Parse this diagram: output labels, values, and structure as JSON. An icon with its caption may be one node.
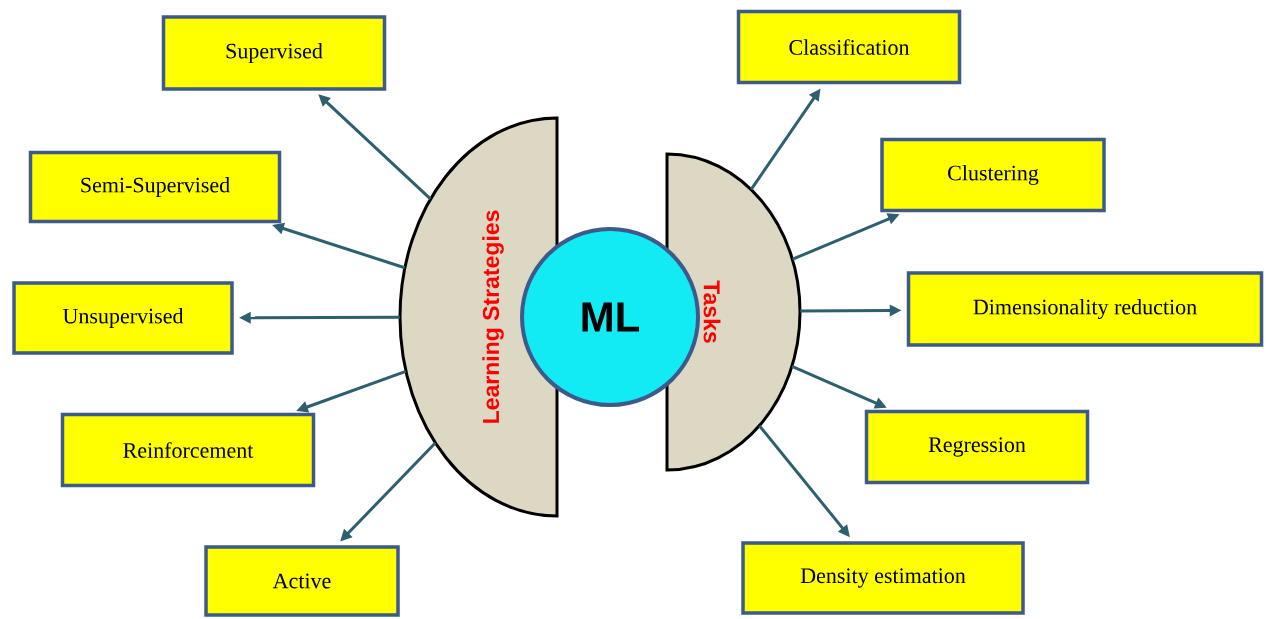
{
  "diagram": {
    "nodes": [
      {
        "text": [
          "Learning Strategies"
        ]
      },
      {
        "text": [
          "ML"
        ]
      },
      {
        "text": [
          "Tasks"
        ]
      },
      {
        "text": [
          "Supervised"
        ]
      },
      {
        "text": [
          "Semi-Supervised"
        ]
      },
      {
        "text": [
          "Unsupervised"
        ]
      },
      {
        "text": [
          "Reinforcement"
        ]
      },
      {
        "text": [
          "Active"
        ]
      },
      {
        "text": [
          "Classification"
        ]
      },
      {
        "text": [
          "Clustering"
        ]
      },
      {
        "text": [
          "Dimensionality reduction"
        ]
      },
      {
        "text": [
          "Regression"
        ]
      },
      {
        "text": [
          "Density estimation"
        ]
      }
    ],
    "edges": [
      {
        "from": 0,
        "to": 3,
        "arrow": "to"
      },
      {
        "from": 0,
        "to": 4,
        "arrow": "to"
      },
      {
        "from": 0,
        "to": 5,
        "arrow": "to"
      },
      {
        "from": 0,
        "to": 6,
        "arrow": "to"
      },
      {
        "from": 0,
        "to": 7,
        "arrow": "to"
      },
      {
        "from": 2,
        "to": 8,
        "arrow": "to"
      },
      {
        "from": 2,
        "to": 9,
        "arrow": "to"
      },
      {
        "from": 2,
        "to": 10,
        "arrow": "to"
      },
      {
        "from": 2,
        "to": 11,
        "arrow": "to"
      },
      {
        "from": 2,
        "to": 12,
        "arrow": "to"
      }
    ]
  }
}
